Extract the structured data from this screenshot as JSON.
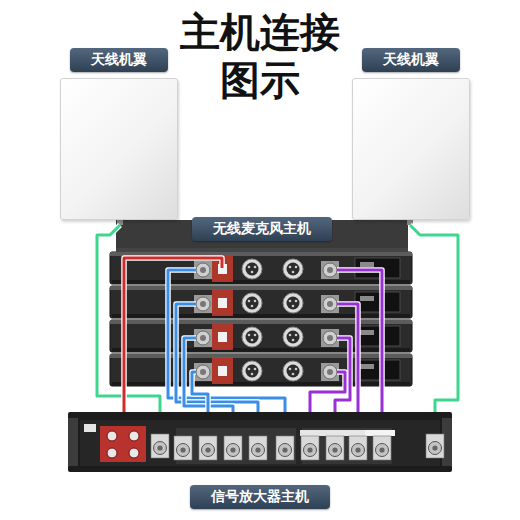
{
  "diagram": {
    "title": "主机连接 图示",
    "nodes": [
      {
        "text": [
          "天线机翼"
        ]
      },
      {
        "text": [
          "天线机翼"
        ]
      },
      {
        "text": [
          "无线麦克风主机"
        ]
      },
      {
        "text": [
          "信号放大器主机"
        ]
      }
    ],
    "edges": [
      {
        "from": 0,
        "to": 3,
        "arrow": "none"
      },
      {
        "from": 1,
        "to": 3,
        "arrow": "none"
      },
      {
        "from": 3,
        "to": 2,
        "arrow": "none"
      },
      {
        "from": 3,
        "to": 2,
        "arrow": "none"
      },
      {
        "from": 3,
        "to": 2,
        "arrow": "none"
      },
      {
        "from": 3,
        "to": 2,
        "arrow": "none"
      },
      {
        "from": 3,
        "to": 2,
        "arrow": "none"
      },
      {
        "from": 3,
        "to": 2,
        "arrow": "none"
      },
      {
        "from": 3,
        "to": 2,
        "arrow": "none"
      },
      {
        "from": 3,
        "to": 2,
        "arrow": "none"
      },
      {
        "from": 3,
        "to": 2,
        "arrow": "none"
      }
    ]
  }
}
